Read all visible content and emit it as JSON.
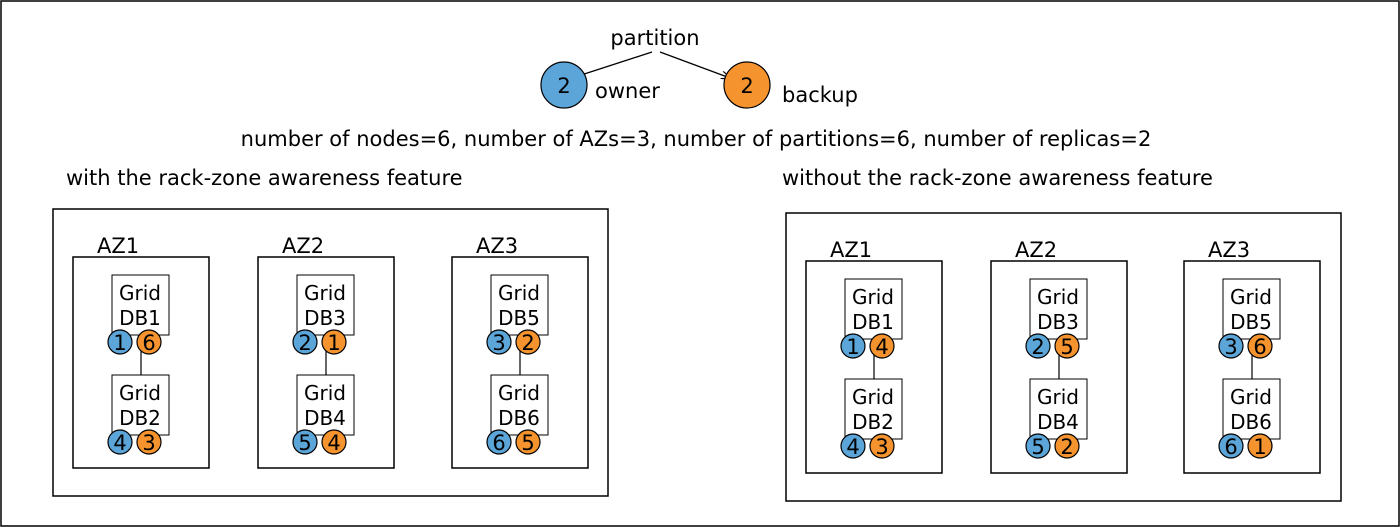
{
  "legend": {
    "partition_label": "partition",
    "owner_label": "owner",
    "backup_label": "backup",
    "owner_value": "2",
    "backup_value": "2",
    "owner_color": "#5ba5d9",
    "backup_color": "#f5932e"
  },
  "summary": "number of nodes=6, number of AZs=3, number of partitions=6, number of replicas=2",
  "panels": [
    {
      "title": "with the rack-zone awareness feature",
      "zones": [
        {
          "label": "AZ1",
          "nodes": [
            {
              "line1": "Grid",
              "line2": "DB1",
              "owner": "1",
              "backup": "6"
            },
            {
              "line1": "Grid",
              "line2": "DB2",
              "owner": "4",
              "backup": "3"
            }
          ]
        },
        {
          "label": "AZ2",
          "nodes": [
            {
              "line1": "Grid",
              "line2": "DB3",
              "owner": "2",
              "backup": "1"
            },
            {
              "line1": "Grid",
              "line2": "DB4",
              "owner": "5",
              "backup": "4"
            }
          ]
        },
        {
          "label": "AZ3",
          "nodes": [
            {
              "line1": "Grid",
              "line2": "DB5",
              "owner": "3",
              "backup": "2"
            },
            {
              "line1": "Grid",
              "line2": "DB6",
              "owner": "6",
              "backup": "5"
            }
          ]
        }
      ]
    },
    {
      "title": "without the rack-zone awareness feature",
      "zones": [
        {
          "label": "AZ1",
          "nodes": [
            {
              "line1": "Grid",
              "line2": "DB1",
              "owner": "1",
              "backup": "4"
            },
            {
              "line1": "Grid",
              "line2": "DB2",
              "owner": "4",
              "backup": "3"
            }
          ]
        },
        {
          "label": "AZ2",
          "nodes": [
            {
              "line1": "Grid",
              "line2": "DB3",
              "owner": "2",
              "backup": "5"
            },
            {
              "line1": "Grid",
              "line2": "DB4",
              "owner": "5",
              "backup": "2"
            }
          ]
        },
        {
          "label": "AZ3",
          "nodes": [
            {
              "line1": "Grid",
              "line2": "DB5",
              "owner": "3",
              "backup": "6"
            },
            {
              "line1": "Grid",
              "line2": "DB6",
              "owner": "6",
              "backup": "1"
            }
          ]
        }
      ]
    }
  ]
}
